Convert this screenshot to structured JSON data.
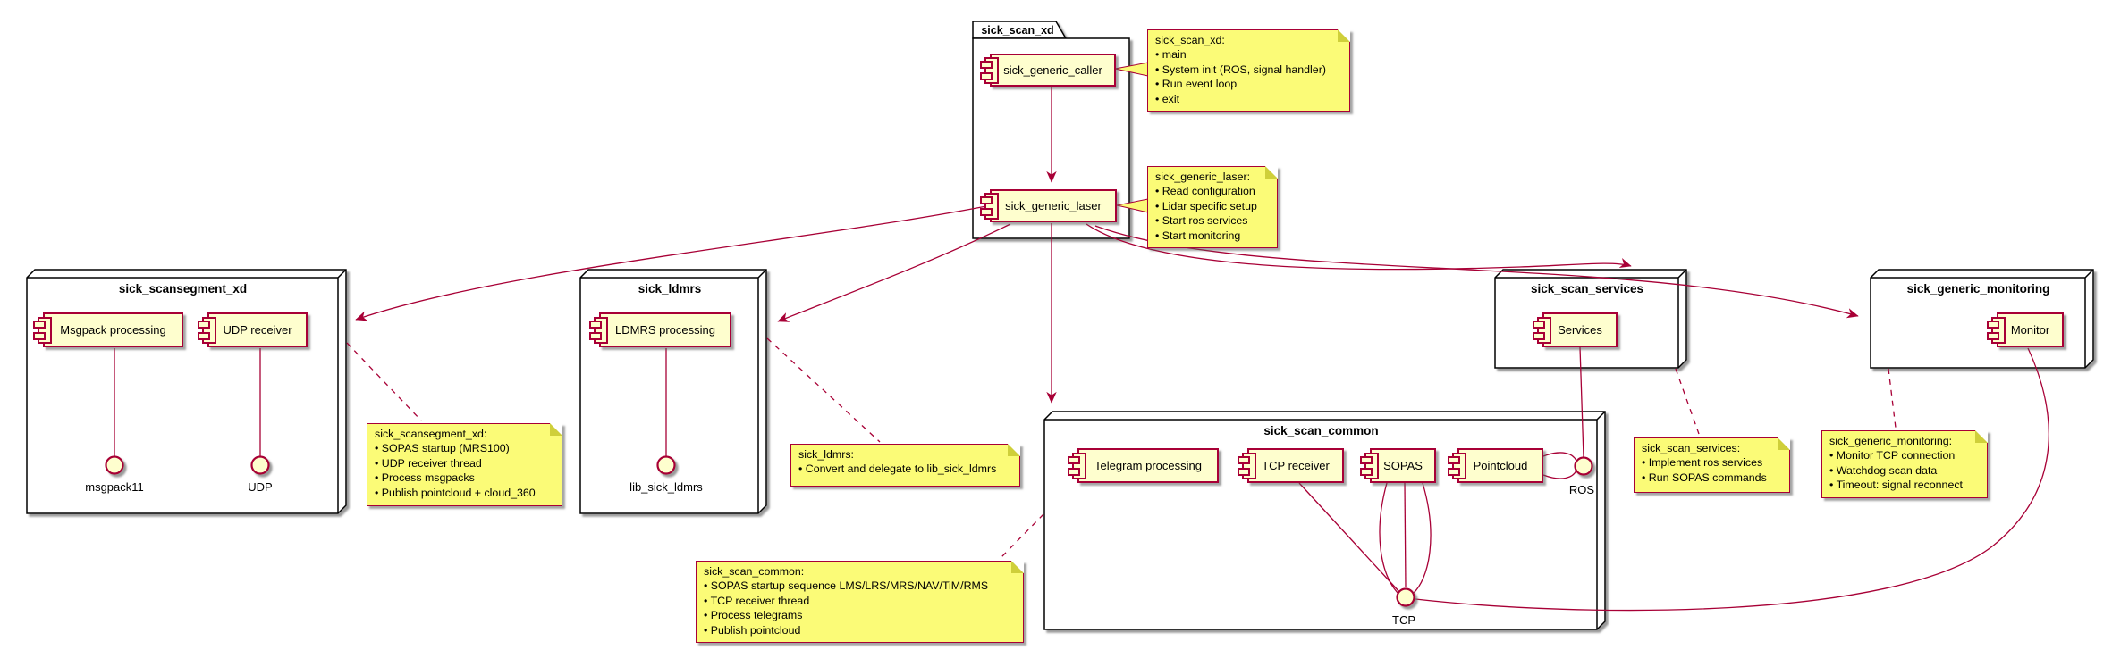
{
  "colors": {
    "line": "#A80036",
    "component_fill": "#FEFECE",
    "note_fill": "#FBFB77",
    "node_border": "#000000",
    "background": "#FFFFFF"
  },
  "folder": {
    "title": "sick_scan_xd",
    "components": {
      "caller": "sick_generic_caller",
      "laser": "sick_generic_laser"
    }
  },
  "nodes": {
    "scansegment": {
      "title": "sick_scansegment_xd",
      "components": {
        "msgpack": "Msgpack processing",
        "udp_receiver": "UDP receiver"
      },
      "interfaces": {
        "msgpack11": "msgpack11",
        "udp": "UDP"
      }
    },
    "ldmrs": {
      "title": "sick_ldmrs",
      "components": {
        "ldmrs_processing": "LDMRS processing"
      },
      "interfaces": {
        "lib_sick_ldmrs": "lib_sick_ldmrs"
      }
    },
    "common": {
      "title": "sick_scan_common",
      "components": {
        "telegram": "Telegram processing",
        "tcp_receiver": "TCP receiver",
        "sopas": "SOPAS",
        "pointcloud": "Pointcloud"
      },
      "interfaces": {
        "ros": "ROS",
        "tcp": "TCP"
      }
    },
    "services": {
      "title": "sick_scan_services",
      "components": {
        "services": "Services"
      }
    },
    "monitoring": {
      "title": "sick_generic_monitoring",
      "components": {
        "monitor": "Monitor"
      }
    }
  },
  "notes": {
    "xd": {
      "title": "sick_scan_xd:",
      "bullets": [
        "main",
        "System init (ROS, signal handler)",
        "Run event loop",
        "exit"
      ]
    },
    "laser": {
      "title": "sick_generic_laser:",
      "bullets": [
        "Read configuration",
        "Lidar specific setup",
        "Start ros services",
        "Start monitoring"
      ]
    },
    "scansegment": {
      "title": "sick_scansegment_xd:",
      "bullets": [
        "SOPAS startup (MRS100)",
        "UDP receiver thread",
        "Process msgpacks",
        "Publish pointcloud + cloud_360"
      ]
    },
    "ldmrs": {
      "title": "sick_ldmrs:",
      "bullets": [
        "Convert and delegate to lib_sick_ldmrs"
      ]
    },
    "common": {
      "title": "sick_scan_common:",
      "bullets": [
        "SOPAS startup sequence LMS/LRS/MRS/NAV/TiM/RMS",
        "TCP receiver thread",
        "Process telegrams",
        "Publish pointcloud"
      ]
    },
    "services": {
      "title": "sick_scan_services:",
      "bullets": [
        "Implement ros services",
        "Run SOPAS commands"
      ]
    },
    "monitoring": {
      "title": "sick_generic_monitoring:",
      "bullets": [
        "Monitor TCP connection",
        "Watchdog scan data",
        "Timeout: signal reconnect"
      ]
    }
  }
}
